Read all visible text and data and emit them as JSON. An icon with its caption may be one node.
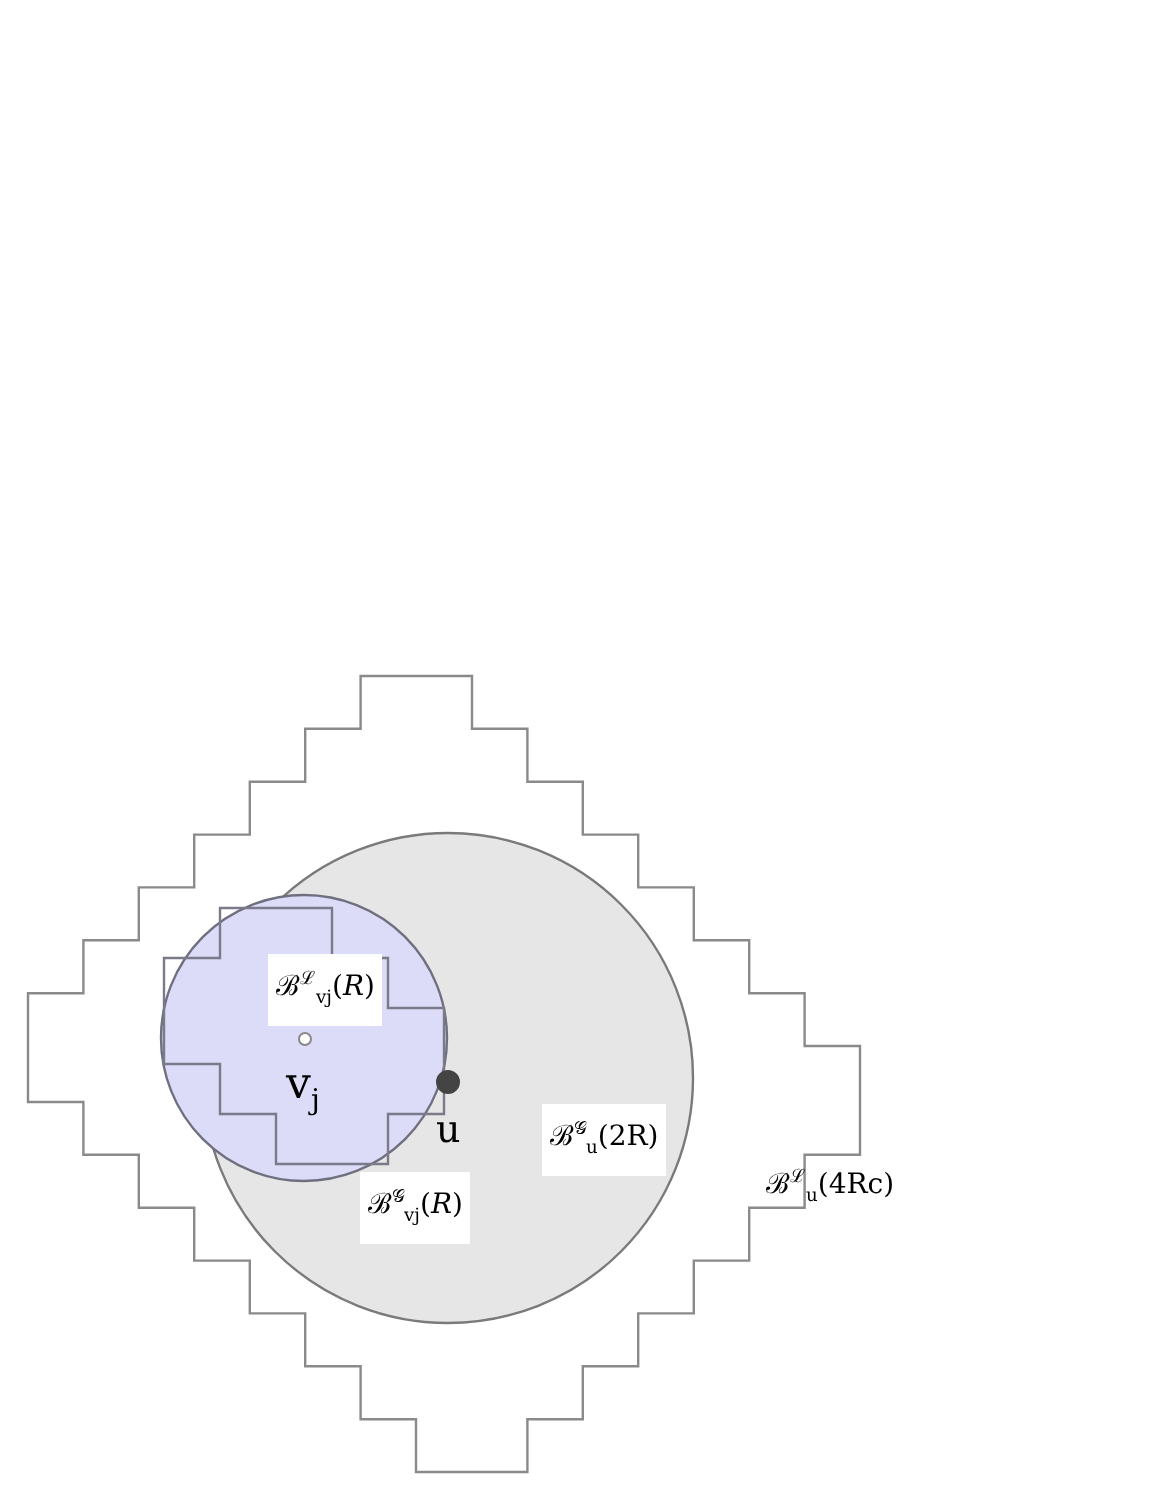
{
  "diagram": {
    "nodes": [
      {
        "text": [
          "ℬ$^{ℒ}$$_{u}$(4Rc)"
        ]
      },
      {
        "text": [
          "ℬ$^{𝒢}$$_{u}$(2R)"
        ],
        "in": 0
      },
      {
        "text": [],
        "shape": "circle",
        "beside": [
          "ℬ$^{𝒢}$$_{vj}$(*R*)"
        ],
        "in": 0
      },
      {
        "text": [
          "ℬ$^{ℒ}$$_{vj}$(*R*)"
        ],
        "in": 2
      },
      {
        "text": [
          "v$_{j}$"
        ],
        "in": 3
      },
      {
        "text": [
          "u"
        ],
        "in": 1
      }
    ]
  }
}
